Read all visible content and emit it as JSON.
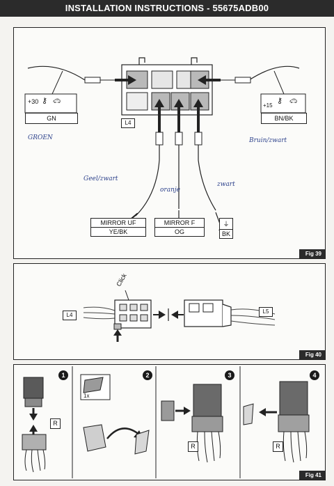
{
  "header": {
    "title": "INSTALLATION INSTRUCTIONS - 55675ADB00"
  },
  "fig39": {
    "tag": "Fig 39",
    "connector_label": "L4",
    "left_pin": {
      "code": "+30",
      "color": "GN",
      "handwritten": "GROEN"
    },
    "right_pin": {
      "code": "+15",
      "color": "BN/BK",
      "handwritten": "Bruin/zwart"
    },
    "wires": [
      {
        "handwritten": "Geel/zwart",
        "name": "MIRROR UF",
        "color": "YE/BK"
      },
      {
        "handwritten": "oranje",
        "name": "MIRROR F",
        "color": "OG"
      },
      {
        "handwritten": "zwart",
        "name": "",
        "color": "BK"
      }
    ]
  },
  "fig40": {
    "tag": "Fig 40",
    "left_label": "L4",
    "right_label": "L5",
    "click_text": "Click"
  },
  "fig41": {
    "tag": "Fig 41",
    "steps": [
      {
        "number": "1",
        "label": "R"
      },
      {
        "number": "2",
        "count": "1x"
      },
      {
        "number": "3",
        "label": "R"
      },
      {
        "number": "4",
        "label": "R"
      }
    ]
  }
}
